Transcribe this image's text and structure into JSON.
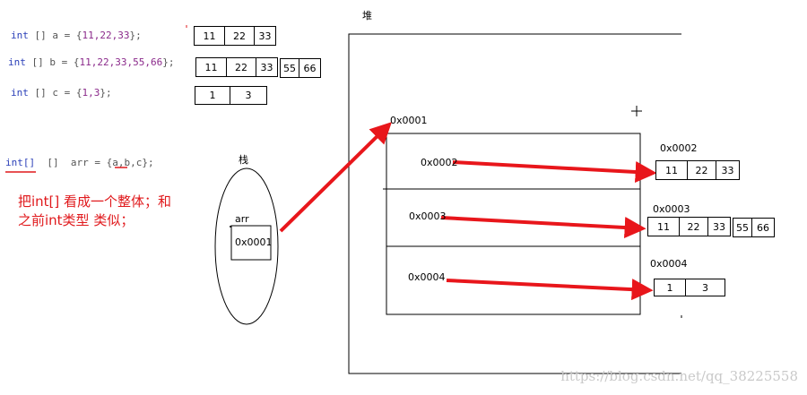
{
  "code_lines": {
    "line_a": {
      "type": "int",
      "decl": " [] a = {",
      "nums": "11,22,33",
      "end": "};"
    },
    "line_b": {
      "type": "int",
      "decl": " [] b = {",
      "nums": "11,22,33,55,66",
      "end": "};"
    },
    "line_c": {
      "type": "int",
      "decl": " [] c = {",
      "nums": "1,3",
      "end": "};"
    },
    "line_arr": {
      "type": "int[]",
      "decl": "  []  arr = {a,b,c};"
    }
  },
  "code_arrays": {
    "a": [
      "11",
      "22",
      "33"
    ],
    "b": [
      "11",
      "22",
      "33",
      "55",
      "66"
    ],
    "c": [
      "1",
      "3"
    ]
  },
  "labels": {
    "heap": "堆",
    "stack": "栈",
    "arr_var": "arr",
    "arr_value": "0x0001",
    "outer_addr": "0x0001"
  },
  "outer_slots": [
    "0x0002",
    "0x0003",
    "0x0004"
  ],
  "heap_arrays": {
    "addr_2": "0x0002",
    "addr_3": "0x0003",
    "addr_4": "0x0004",
    "arr_2": [
      "11",
      "22",
      "33"
    ],
    "arr_3": [
      "11",
      "22",
      "33",
      "55",
      "66"
    ],
    "arr_4": [
      "1",
      "3"
    ]
  },
  "note": {
    "line1": "把int[] 看成一个整体；和",
    "line2": "之前int类型 类似；"
  },
  "watermark": "https://blog.csdn.net/qq_38225558",
  "colors": {
    "arrow": "#e8161b",
    "keyword": "#2a3fb8",
    "number": "#8b2a8b",
    "note": "#e0191c"
  }
}
